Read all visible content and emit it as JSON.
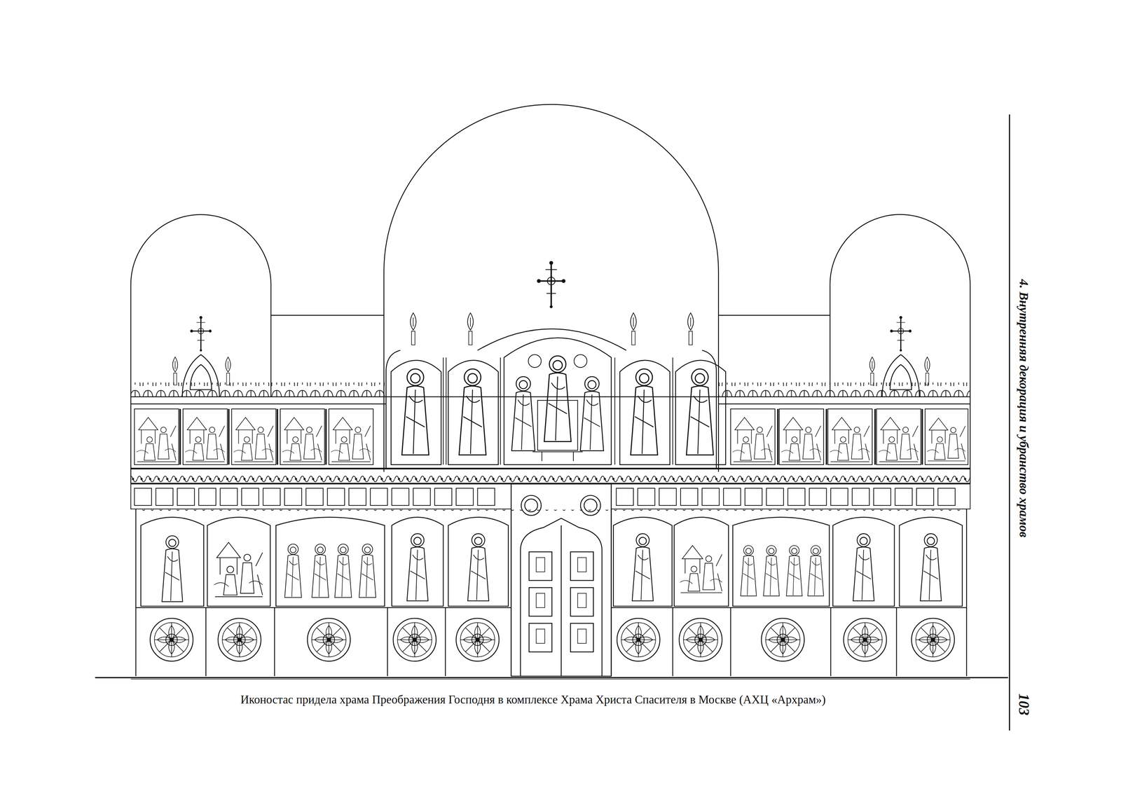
{
  "diagram": {
    "caption": "Иконостас придела храма Преображения Господня в комплексе Храма Христа Спасителя в Москве (АХЦ «Архрам»)",
    "labels": [
      "4. Внутренняя декорация и убранство храмов",
      "103"
    ]
  }
}
